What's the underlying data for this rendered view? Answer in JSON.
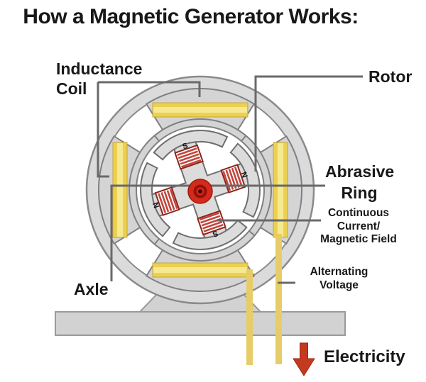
{
  "title": "How a Magnetic Generator Works:",
  "labels": {
    "inductance_coil": "Inductance\nCoil",
    "rotor": "Rotor",
    "abrasive_ring": "Abrasive\nRing",
    "continuous_current": "Continuous\nCurrent/\nMagnetic Field",
    "alternating_voltage": "Alternating\nVoltage",
    "axle": "Axle",
    "electricity": "Electricity"
  },
  "rotor_pole_letters": {
    "top": "S",
    "right": "N",
    "bottom": "S",
    "left": "N"
  },
  "colors": {
    "coil_yellow": "#ecd04f",
    "coil_highlight": "#f6e992",
    "magnet_stripe_red": "#c0463d",
    "magnet_border_red": "#8e241b",
    "axle_red": "#d42a1c",
    "arrow_red": "#c23a20",
    "metal_gray": "#dbdbdb",
    "metal_light": "#d4d4d4",
    "outline_gray": "#8a8a8a",
    "leader_line_gray": "#696969",
    "wire_yellow": "#e6cd67"
  }
}
